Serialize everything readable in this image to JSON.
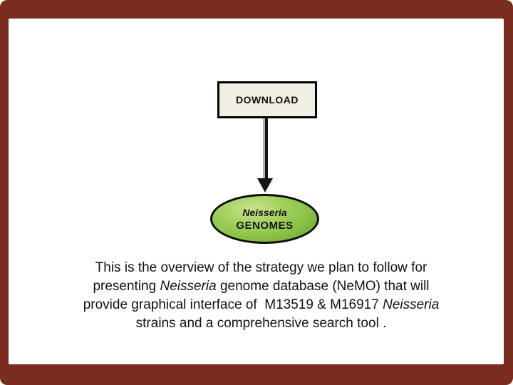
{
  "slide": {
    "frame_color": "#7a2c20",
    "background_color": "#ffffff"
  },
  "flowchart": {
    "download_box": {
      "label": "DOWNLOAD",
      "fill_color": "#f1eee3",
      "border_color": "#000000"
    },
    "arrow": {
      "direction": "down",
      "shaft_colors": [
        "#b3b3b3",
        "#141414"
      ],
      "head_color": "#141414"
    },
    "ellipse": {
      "line1": "Neisseria",
      "line2": "GENOMES",
      "fill_light": "#c9e291",
      "fill_dark": "#699f31",
      "border_color": "#0d0d0d"
    }
  },
  "caption": {
    "lines": [
      [
        {
          "t": "This is the overview of the strategy we plan to follow for"
        }
      ],
      [
        {
          "t": "presenting "
        },
        {
          "t": "Neisseria",
          "i": true
        },
        {
          "t": " genome database (NeMO) that will"
        }
      ],
      [
        {
          "t": "provide graphical interface of  M13519 & M16917 "
        },
        {
          "t": "Neisseria",
          "i": true
        }
      ],
      [
        {
          "t": "strains and a comprehensive search tool ."
        }
      ]
    ]
  }
}
